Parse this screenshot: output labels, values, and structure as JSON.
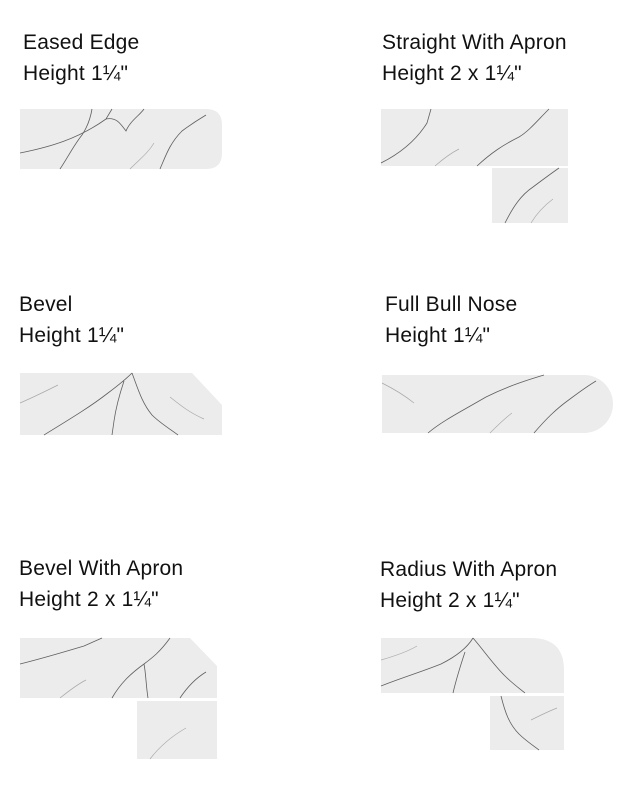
{
  "colors": {
    "stone": "#ececec",
    "vein": "#5f5f5f",
    "vein_light": "#a9a9a9"
  },
  "edges": [
    {
      "name": "Eased Edge",
      "height": "Height 1¼\""
    },
    {
      "name": "Straight With Apron",
      "height": "Height 2 x 1¼\""
    },
    {
      "name": "Bevel",
      "height": "Height 1¼\""
    },
    {
      "name": "Full Bull Nose",
      "height": "Height 1¼\""
    },
    {
      "name": "Bevel With Apron",
      "height": "Height 2 x 1¼\""
    },
    {
      "name": "Radius With Apron",
      "height": "Height 2 x 1¼\""
    }
  ]
}
